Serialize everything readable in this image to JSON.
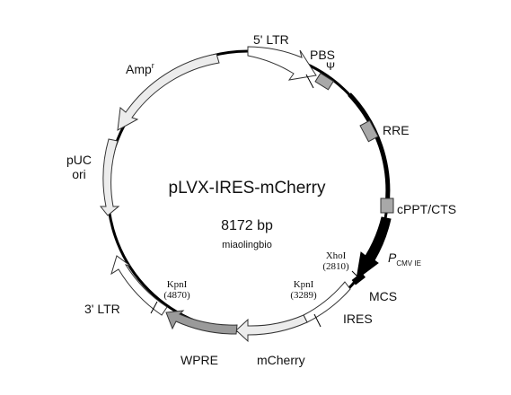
{
  "plasmid": {
    "name": "pLVX-IRES-mCherry",
    "size": "8172 bp",
    "watermark": "miaolingbio"
  },
  "features": {
    "ltr5": "5' LTR",
    "pbs": "PBS",
    "psi": "Ψ",
    "rre": "RRE",
    "cppt": "cPPT/CTS",
    "pcmv_main": "P",
    "pcmv_sub": "CMV IE",
    "mcs": "MCS",
    "ires": "IRES",
    "mcherry": "mCherry",
    "wpre": "WPRE",
    "ltr3": "3' LTR",
    "puc_line1": "pUC",
    "puc_line2": "ori",
    "amp_main": "Amp",
    "amp_sup": "r"
  },
  "sites": {
    "xhoi_name": "XhoI",
    "xhoi_pos": "(2810)",
    "kpni_right_name": "KpnI",
    "kpni_right_pos": "(3289)",
    "kpni_left_name": "KpnI",
    "kpni_left_pos": "(4870)"
  },
  "colors": {
    "backbone": "#000000",
    "open_arrow": "#ffffff",
    "light_arrow": "#e6e6e6",
    "gray_box": "#a8a8a8",
    "wpre": "#9a9a9a",
    "promoter": "#000000"
  }
}
